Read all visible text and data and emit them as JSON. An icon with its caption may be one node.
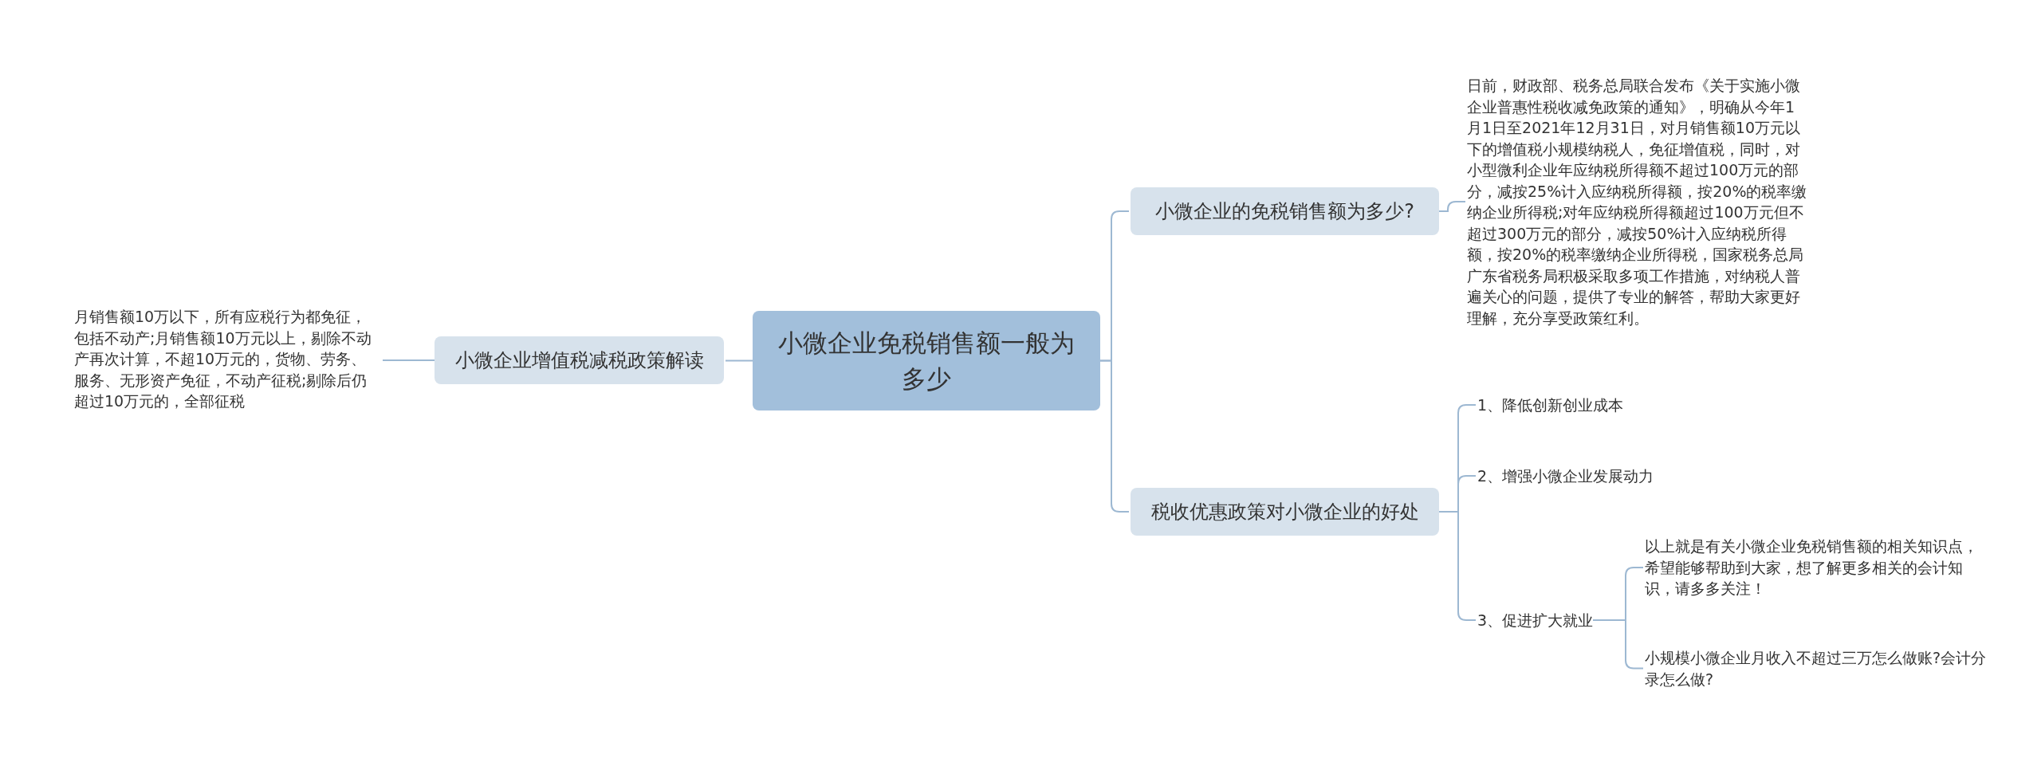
{
  "diagram": {
    "nodes": [
      {
        "text": [
          "小微企业免税销售额一般为多少"
        ]
      },
      {
        "text": [
          "小微企业的免税销售额为多少?"
        ]
      },
      {
        "text": [
          "日前，财政部、税务总局联合发布《关于实施小微企业普惠性税收减免政策的通知》，明确从今年1月1日至2021年12月31日，对月销售额10万元以下的增值税小规模纳税人，免征增值税，同时，对小型微利企业年应纳税所得额不超过100万元的部分，减按25%计入应纳税所得额，按20%的税率缴纳企业所得税;对年应纳税所得额超过100万元但不超过300万元的部分，减按50%计入应纳税所得额，按20%的税率缴纳企业所得税，国家税务总局广东省税务局积极采取多项工作措施，对纳税人普遍关心的问题，提供了专业的解答，帮助大家更好理解，充分享受政策红利。"
        ]
      },
      {
        "text": [
          "税收优惠政策对小微企业的好处"
        ]
      },
      {
        "text": [
          "1、降低创新创业成本"
        ]
      },
      {
        "text": [
          "2、增强小微企业发展动力"
        ]
      },
      {
        "text": [
          "3、促进扩大就业"
        ]
      },
      {
        "text": [
          "以上就是有关小微企业免税销售额的相关知识点，希望能够帮助到大家，想了解更多相关的会计知识，请多多关注！"
        ]
      },
      {
        "text": [
          "小规模小微企业月收入不超过三万怎么做账?会计分录怎么做?"
        ]
      },
      {
        "text": [
          "小微企业增值税减税政策解读"
        ]
      },
      {
        "text": [
          "月销售额10万以下，所有应税行为都免征，包括不动产;月销售额10万元以上，剔除不动产再次计算，不超10万元的，货物、劳务、服务、无形资产免征，不动产征税;剔除后仍超过10万元的，全部征税"
        ]
      }
    ],
    "edges": [
      {
        "from": 0,
        "to": 1,
        "arrow": "none"
      },
      {
        "from": 1,
        "to": 2,
        "arrow": "none"
      },
      {
        "from": 0,
        "to": 3,
        "arrow": "none"
      },
      {
        "from": 3,
        "to": 4,
        "arrow": "none"
      },
      {
        "from": 3,
        "to": 5,
        "arrow": "none"
      },
      {
        "from": 3,
        "to": 6,
        "arrow": "none"
      },
      {
        "from": 6,
        "to": 7,
        "arrow": "none"
      },
      {
        "from": 6,
        "to": 8,
        "arrow": "none"
      },
      {
        "from": 0,
        "to": 9,
        "arrow": "none"
      },
      {
        "from": 9,
        "to": 10,
        "arrow": "none"
      }
    ]
  }
}
